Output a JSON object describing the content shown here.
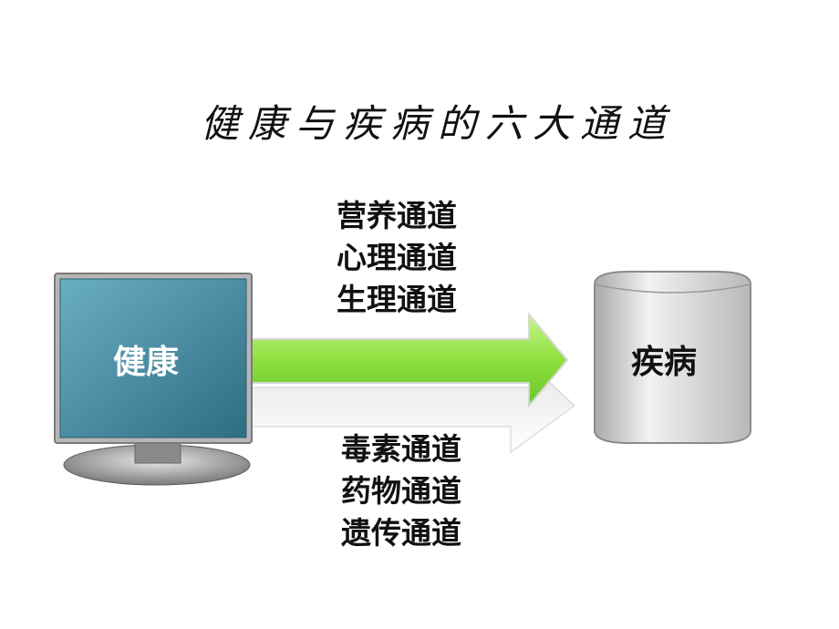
{
  "title": "健康与疾病的六大通道",
  "source_node": {
    "label": "健康"
  },
  "target_node": {
    "label": "疾病"
  },
  "top_channels": [
    "营养通道",
    "心理通道",
    "生理通道"
  ],
  "bottom_channels": [
    "毒素通道",
    "药物通道",
    "遗传通道"
  ],
  "colors": {
    "monitor_screen": "#4a8aa0",
    "arrow_green": "#8ee040",
    "cylinder": "#d8d8d8"
  }
}
